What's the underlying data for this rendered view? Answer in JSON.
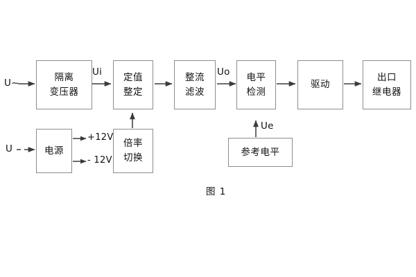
{
  "figure": {
    "caption": "图 1",
    "line_color": "#444444",
    "box_border_color": "#8c8c8c",
    "background": "#ffffff"
  },
  "blocks": [
    {
      "id": "isolation-transformer",
      "lines": [
        "隔离",
        "变压器"
      ]
    },
    {
      "id": "setting-value",
      "lines": [
        "定值",
        "整定"
      ]
    },
    {
      "id": "rectify-filter",
      "lines": [
        "整流",
        "滤波"
      ]
    },
    {
      "id": "level-detection",
      "lines": [
        "电平",
        "检测"
      ]
    },
    {
      "id": "drive",
      "lines": [
        "驱动"
      ]
    },
    {
      "id": "output-relay",
      "lines": [
        "出口",
        "继电器"
      ]
    },
    {
      "id": "power-supply",
      "lines": [
        "电源"
      ]
    },
    {
      "id": "multiplier-switch",
      "lines": [
        "倍率",
        "切换"
      ]
    },
    {
      "id": "reference-level",
      "lines": [
        "参考电平"
      ]
    }
  ],
  "signals": {
    "input_ac": "U~",
    "input_dc": "U",
    "ui": "Ui",
    "uo": "Uo",
    "ue": "Ue",
    "rail_positive": "+12V",
    "rail_negative": "- 12V"
  }
}
